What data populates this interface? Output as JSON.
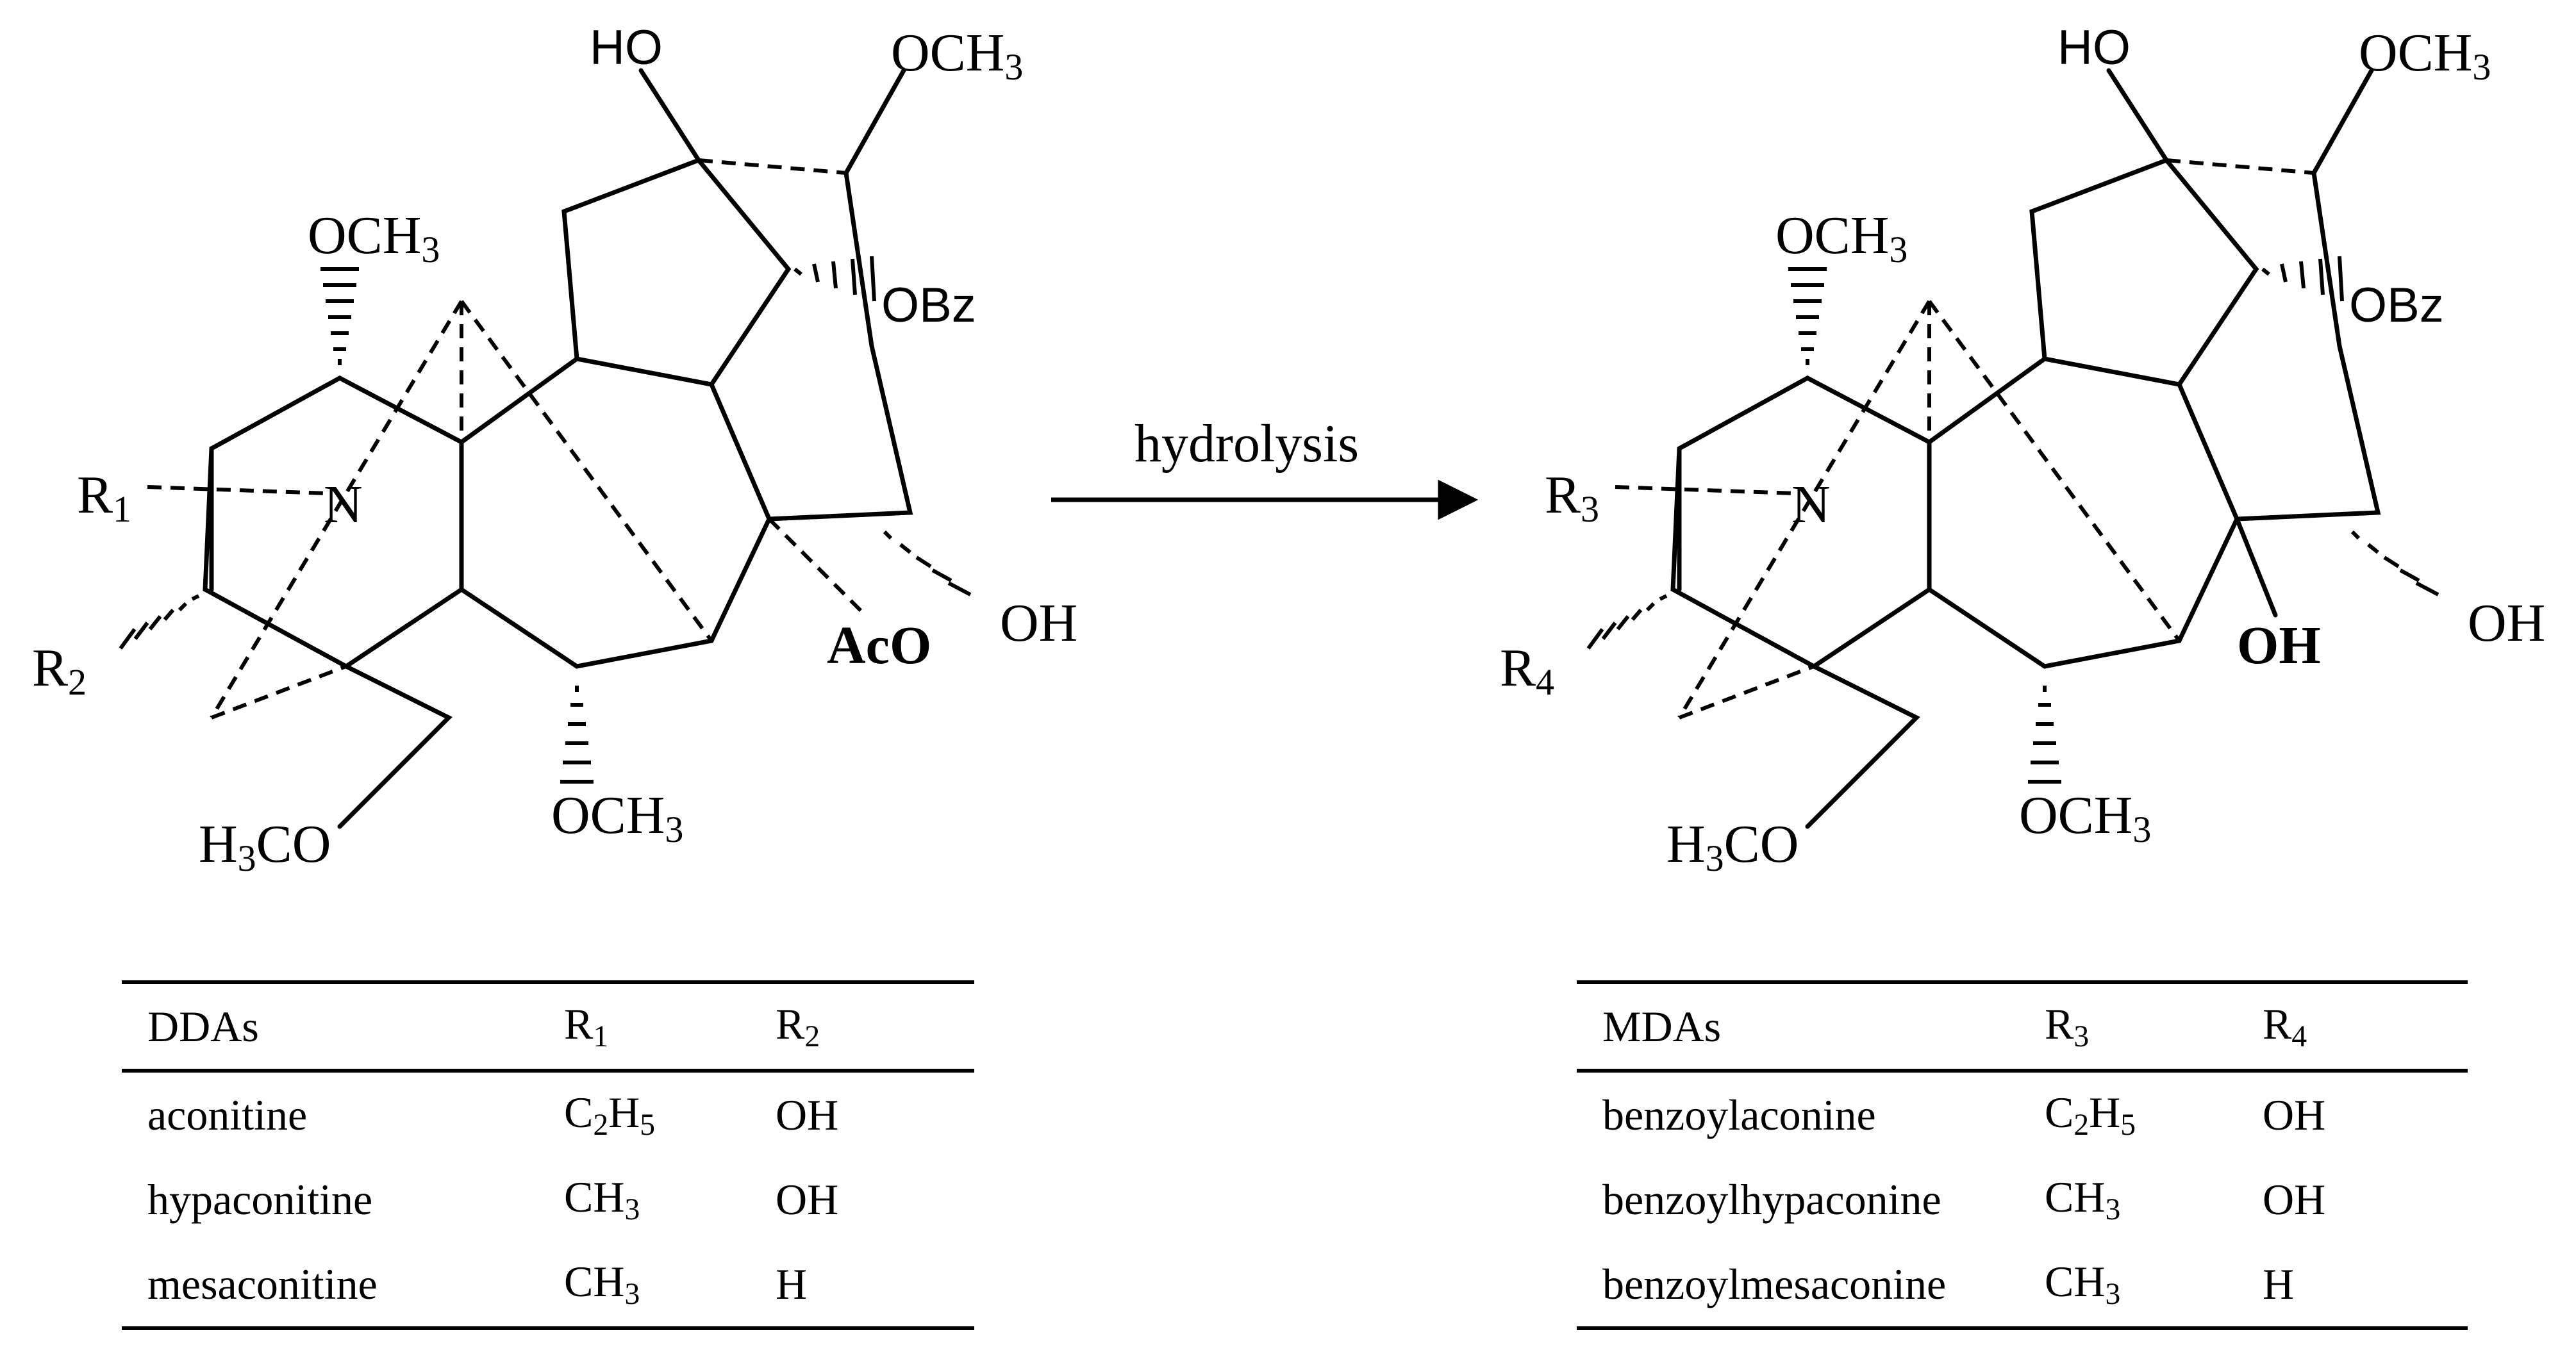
{
  "reaction": {
    "arrow_label": "hydrolysis"
  },
  "left_structure": {
    "labels": {
      "ho": "HO",
      "och3_top": "OCH",
      "och3_left": "OCH",
      "obz": "OBz",
      "r1": "R",
      "r1_sub": "1",
      "n": "N",
      "r2": "R",
      "r2_sub": "2",
      "oh": "OH",
      "aco": "AcO",
      "h3co": "H",
      "h3co_sub": "3",
      "h3co_tail": "CO",
      "och3_bottom": "OCH",
      "sub3": "3"
    }
  },
  "right_structure": {
    "labels": {
      "ho": "HO",
      "och3_top": "OCH",
      "och3_left": "OCH",
      "obz": "OBz",
      "r3": "R",
      "r3_sub": "3",
      "n": "N",
      "r4": "R",
      "r4_sub": "4",
      "oh": "OH",
      "oh_bold": "OH",
      "h3co": "H",
      "h3co_sub": "3",
      "h3co_tail": "CO",
      "och3_bottom": "OCH",
      "sub3": "3"
    }
  },
  "table_left": {
    "headers": [
      "DDAs",
      "R",
      "R"
    ],
    "header_subs": [
      "",
      "1",
      "2"
    ],
    "rows": [
      {
        "name": "aconitine",
        "r_a": "C",
        "r_a_sub1": "2",
        "r_a_mid": "H",
        "r_a_sub2": "5",
        "r_b": "OH"
      },
      {
        "name": "hypaconitine",
        "r_a": "CH",
        "r_a_sub1": "3",
        "r_a_mid": "",
        "r_a_sub2": "",
        "r_b": "OH"
      },
      {
        "name": "mesaconitine",
        "r_a": "CH",
        "r_a_sub1": "3",
        "r_a_mid": "",
        "r_a_sub2": "",
        "r_b": "H"
      }
    ]
  },
  "table_right": {
    "headers": [
      "MDAs",
      "R",
      "R"
    ],
    "header_subs": [
      "",
      "3",
      "4"
    ],
    "rows": [
      {
        "name": "benzoylaconine",
        "r_a": "C",
        "r_a_sub1": "2",
        "r_a_mid": "H",
        "r_a_sub2": "5",
        "r_b": "OH"
      },
      {
        "name": "benzoylhypaconine",
        "r_a": "CH",
        "r_a_sub1": "3",
        "r_a_mid": "",
        "r_a_sub2": "",
        "r_b": "OH"
      },
      {
        "name": "benzoylmesaconine",
        "r_a": "CH",
        "r_a_sub1": "3",
        "r_a_mid": "",
        "r_a_sub2": "",
        "r_b": "H"
      }
    ]
  }
}
